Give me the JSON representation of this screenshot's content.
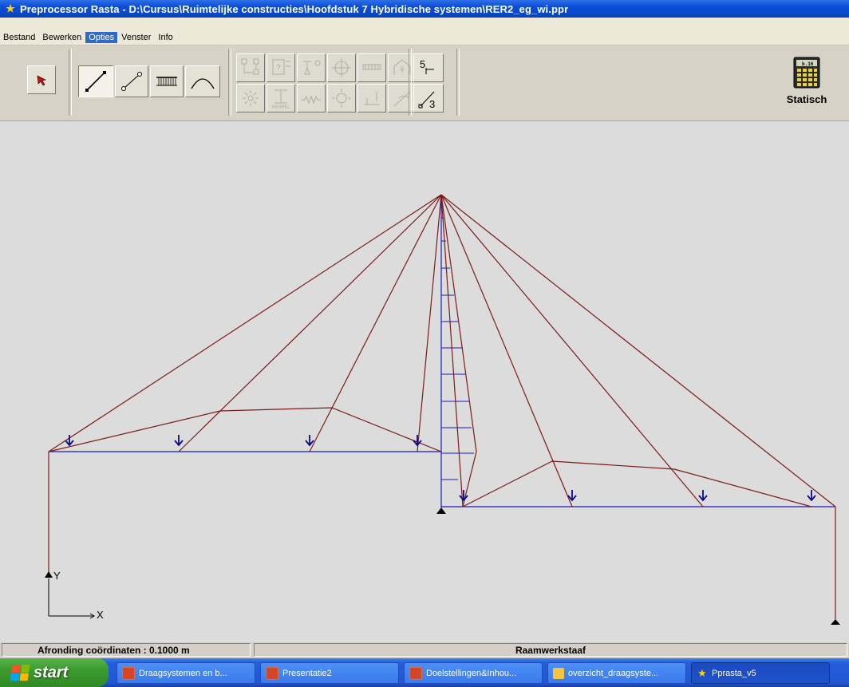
{
  "window": {
    "title": "Preprocessor Rasta - D:\\Cursus\\Ruimtelijke constructies\\Hoofdstuk 7 Hybridische systemen\\RER2_eg_wi.ppr"
  },
  "menu": {
    "items": [
      "Bestand",
      "Bewerken",
      "Opties",
      "Venster",
      "Info"
    ],
    "active": "Opties"
  },
  "toolbar": {
    "tools": [
      "select-pointer",
      "bar-element",
      "cable-element",
      "spring-element",
      "arc-element"
    ],
    "pressed_tool": "bar-element",
    "disabled_tools": [
      "node-numbering",
      "section-properties",
      "support",
      "rotation-hinge",
      "distributed-load",
      "frame-element",
      "profile",
      "spring-support",
      "temperature-load",
      "displacement",
      "moment-load"
    ],
    "snap_labels": [
      "5",
      "3"
    ],
    "statisch_label": "Statisch",
    "statisch_icon_text": "b.16"
  },
  "canvas": {
    "axis_labels": {
      "y": "Y",
      "x": "X"
    }
  },
  "status": {
    "rounding_text": "Afronding coördinaten : 0.1000  m",
    "mode_text": "Raamwerkstaaf"
  },
  "taskbar": {
    "start_label": "start",
    "tasks": [
      {
        "label": "Draagsystemen en b...",
        "icon": "powerpoint-icon"
      },
      {
        "label": "Presentatie2",
        "icon": "powerpoint-icon"
      },
      {
        "label": "Doelstellingen&Inhou...",
        "icon": "powerpoint-icon"
      },
      {
        "label": "overzicht_draagsyste...",
        "icon": "folder-icon"
      },
      {
        "label": "Pprasta_v5",
        "icon": "rasta-icon",
        "active": true
      }
    ]
  },
  "colors": {
    "member": "#7a1a1a",
    "beam": "#1a1ab8",
    "load_arrow": "#0a0a8a",
    "support": "#000000",
    "canvas_bg": "#dcdcdc"
  }
}
